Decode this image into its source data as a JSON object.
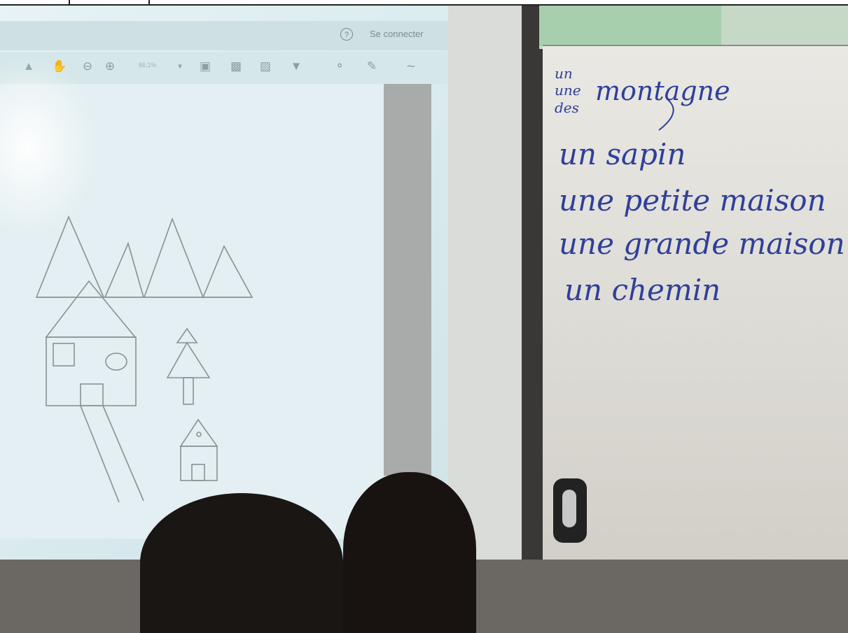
{
  "viewer": {
    "login_label": "Se connecter",
    "help_icon": "help-circle-icon",
    "zoom_value": "66,1%",
    "toolbar_icons": [
      "pointer-icon",
      "hand-icon",
      "zoom-out-icon",
      "zoom-in-icon",
      "fit-page-icon",
      "page-icon",
      "fullscreen-icon",
      "stamp-icon",
      "comment-icon",
      "pen-icon",
      "more-icon"
    ]
  },
  "whiteboard": {
    "line1_articles": [
      "un",
      "une",
      "des"
    ],
    "line1_noun": "montagne",
    "line2": "un sapin",
    "line3": "une petite maison",
    "line4": "une grande maison",
    "line5": "un chemin"
  },
  "colors": {
    "ink_blue": "#2f3f9a",
    "drawing_line": "#8a9194"
  }
}
